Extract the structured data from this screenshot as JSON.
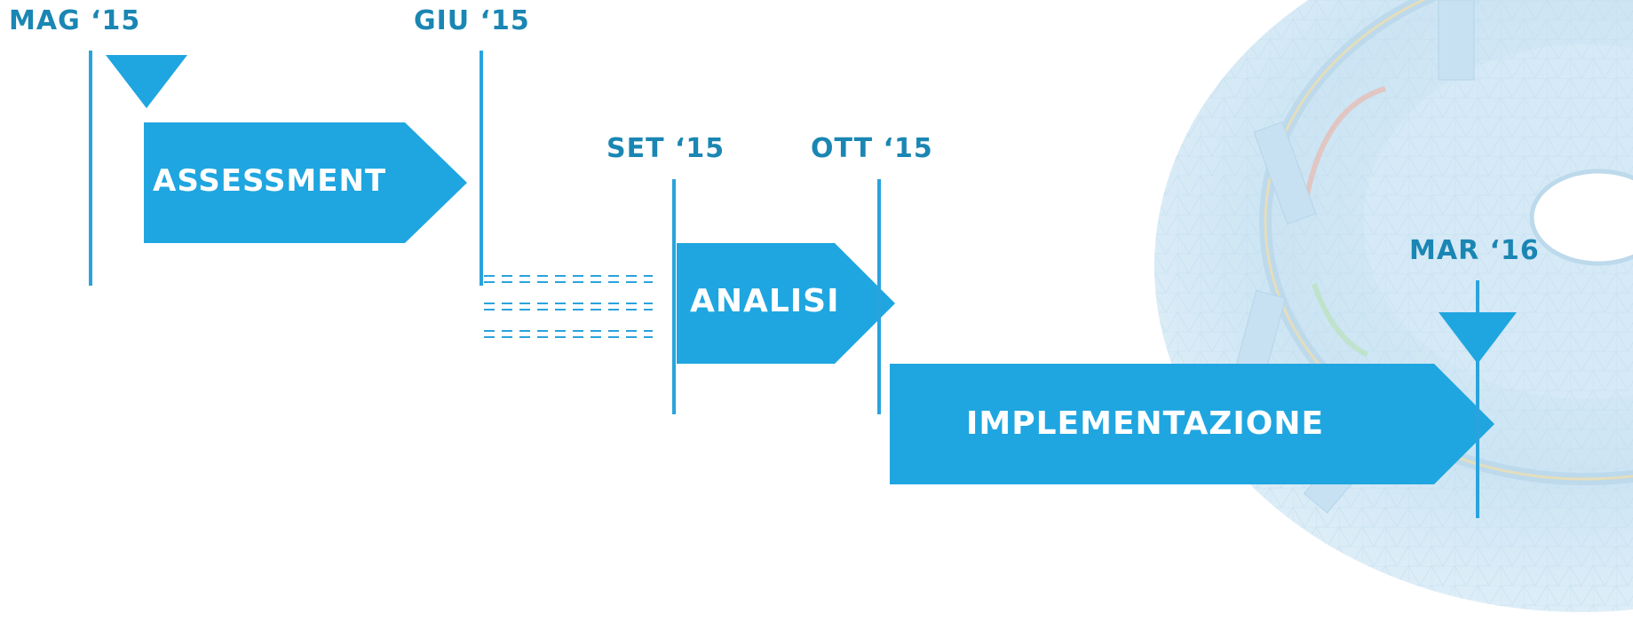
{
  "timeline": {
    "dates": {
      "mag15": "MAG ‘15",
      "giu15": "GIU ‘15",
      "set15": "SET ‘15",
      "ott15": "OTT ‘15",
      "mar16": "MAR ‘16"
    },
    "phases": {
      "assessment": "ASSESSMENT",
      "analisi": "ANALISI",
      "implementazione": "IMPLEMENTAZIONE"
    }
  },
  "colors": {
    "accent": "#1fa6e0",
    "line": "#2aa3dc",
    "date_text": "#1a86b3",
    "phase_text": "#ffffff"
  },
  "background": {
    "image": "fem-mesh-disc-illustration"
  }
}
